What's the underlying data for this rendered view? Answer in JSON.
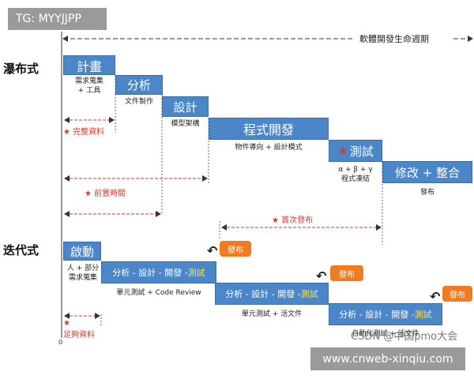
{
  "tag": {
    "text": "TG: MYYJJPP"
  },
  "lifecycle_label": "軟體開發生命週期",
  "waterfall": {
    "side_label": "瀑布式",
    "phases": [
      {
        "title": "計畫",
        "desc": "需求蒐集\n+ 工具"
      },
      {
        "title": "分析",
        "desc": "文件製作"
      },
      {
        "title": "設計",
        "desc": "模型架構"
      },
      {
        "title": "程式開發",
        "desc": "物件導向 + 設計模式"
      },
      {
        "title": "測試",
        "desc": "α + β + γ\n程式凍結"
      },
      {
        "title": "修改 + 整合",
        "desc": "發布"
      }
    ],
    "annotations": {
      "complete": "完整資料",
      "lead_time": "前置時間",
      "first_release": "首次發布"
    }
  },
  "iterative": {
    "side_label": "迭代式",
    "start": {
      "title": "啟動",
      "desc": "人 + 部分\n需求蒐集"
    },
    "cycle_parts": [
      "分析 - 設計 - 開發 - ",
      "測試"
    ],
    "cycle_descs": [
      "單元測試 + Code Review",
      "單元測試 + 活文件",
      "自動化測試 + 活文件"
    ],
    "release_label": "發布",
    "enough": "足夠資料"
  },
  "axis_origin": "0",
  "watermarks": {
    "community": "CSDN @中国pmo大会",
    "site": "www.cnweb-xinqiu.com"
  },
  "colors": {
    "block": "#4a86c8",
    "release": "#f07b22",
    "test_text": "#ffe14a",
    "annotation": "#d23b2f"
  }
}
